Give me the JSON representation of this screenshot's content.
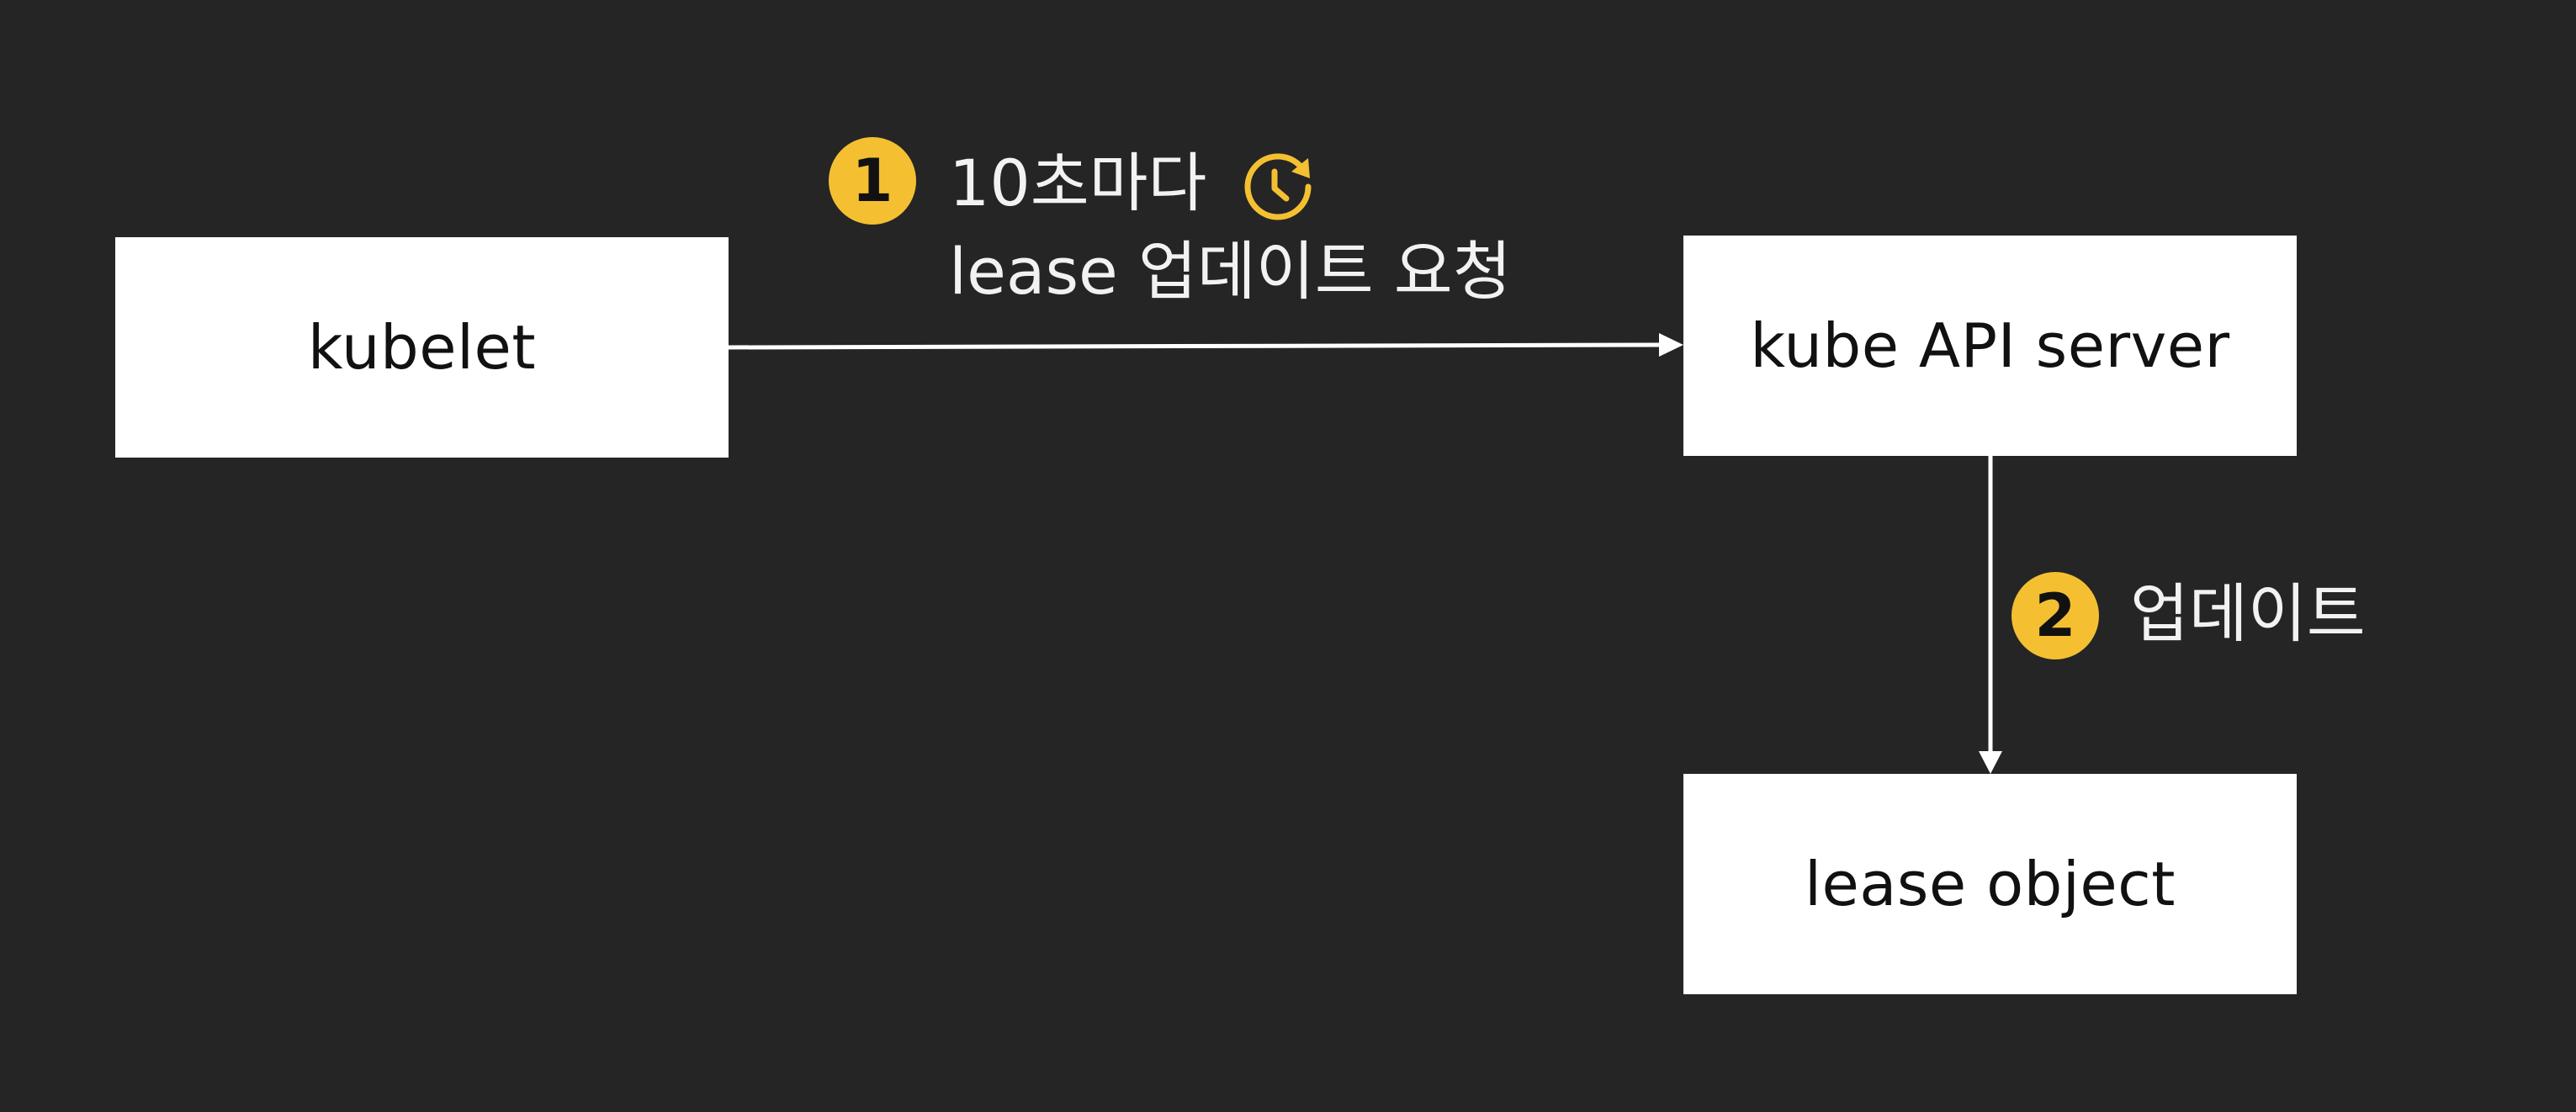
{
  "nodes": {
    "kubelet": "kubelet",
    "api_server": "kube API server",
    "lease_object": "lease object"
  },
  "steps": [
    {
      "number": "1",
      "line1": "10초마다",
      "line2": "lease 업데이트 요청",
      "icon": "clock-refresh-icon"
    },
    {
      "number": "2",
      "label": "업데이트"
    }
  ],
  "colors": {
    "background": "#252525",
    "node_fill": "#ffffff",
    "arrow": "#ffffff",
    "badge": "#f4c032",
    "text": "#f2f2f2"
  }
}
